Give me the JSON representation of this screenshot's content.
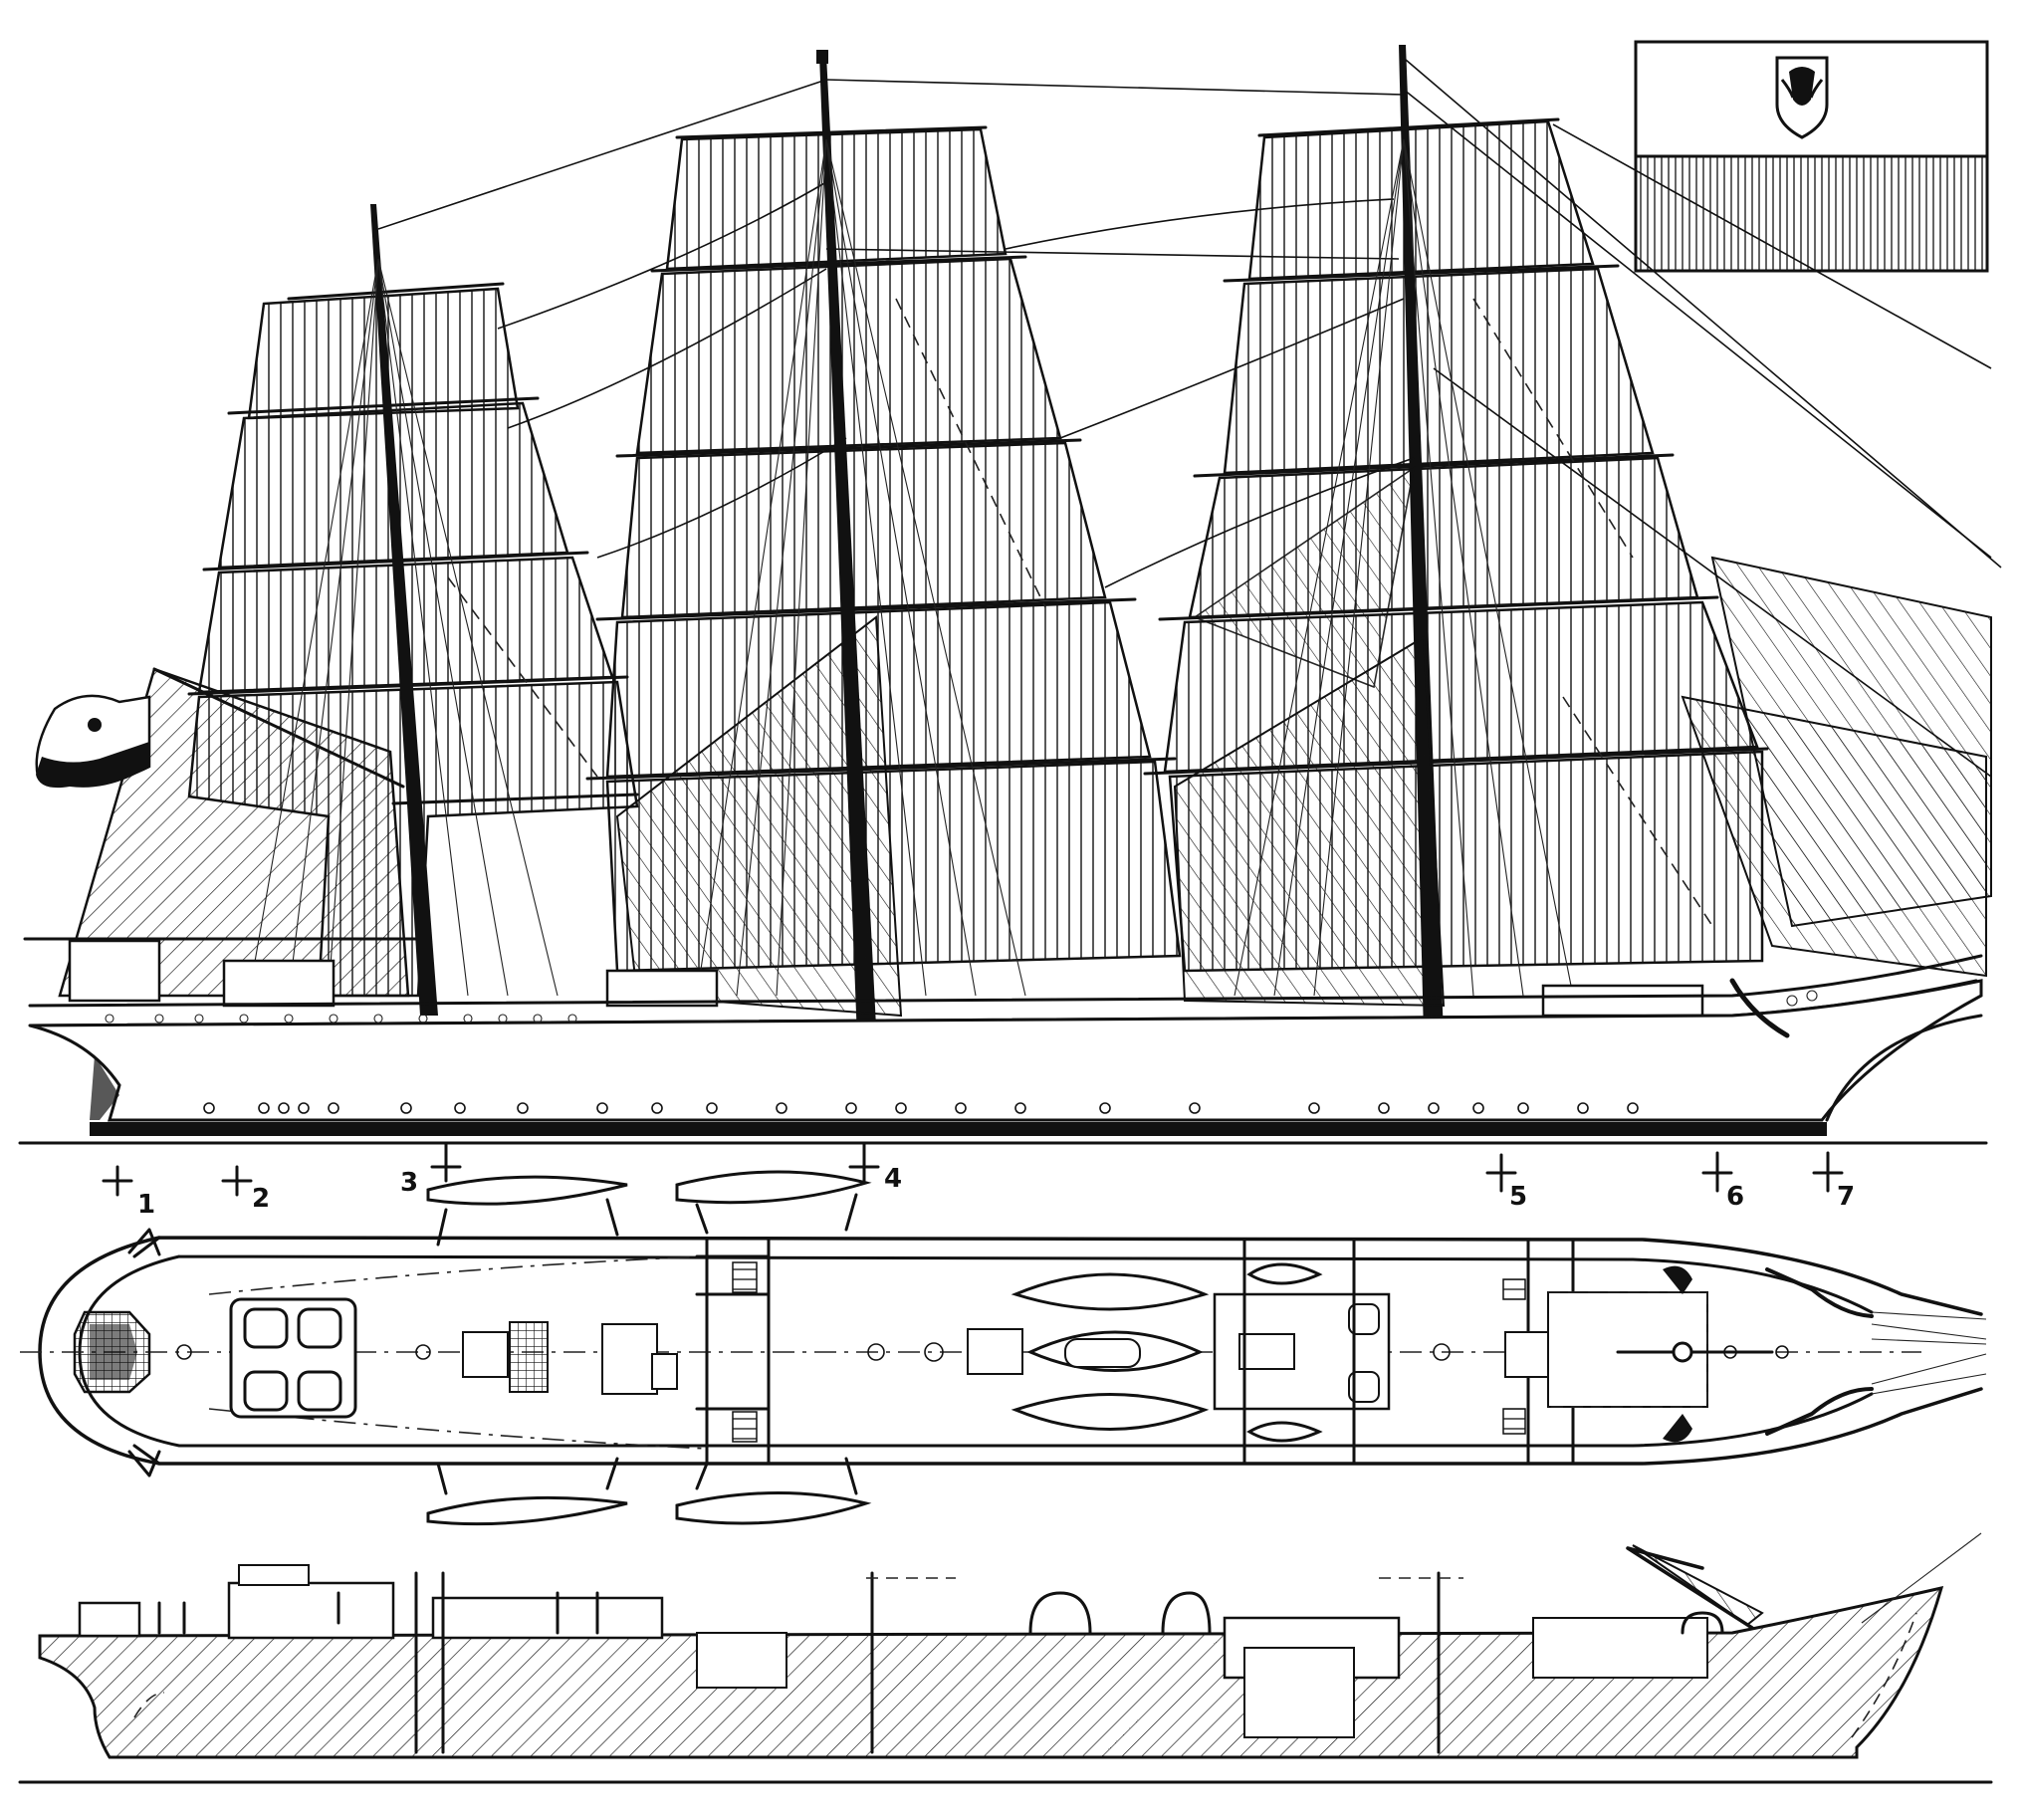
{
  "colors": {
    "ink": "#111111",
    "paper": "#ffffff"
  },
  "stations": [
    {
      "label": "1"
    },
    {
      "label": "2"
    },
    {
      "label": "3"
    },
    {
      "label": "4"
    },
    {
      "label": "5"
    },
    {
      "label": "6"
    },
    {
      "label": "7"
    }
  ],
  "icons": {
    "flag": "polish-ensign-icon",
    "emblem": "eagle-emblem-icon"
  }
}
